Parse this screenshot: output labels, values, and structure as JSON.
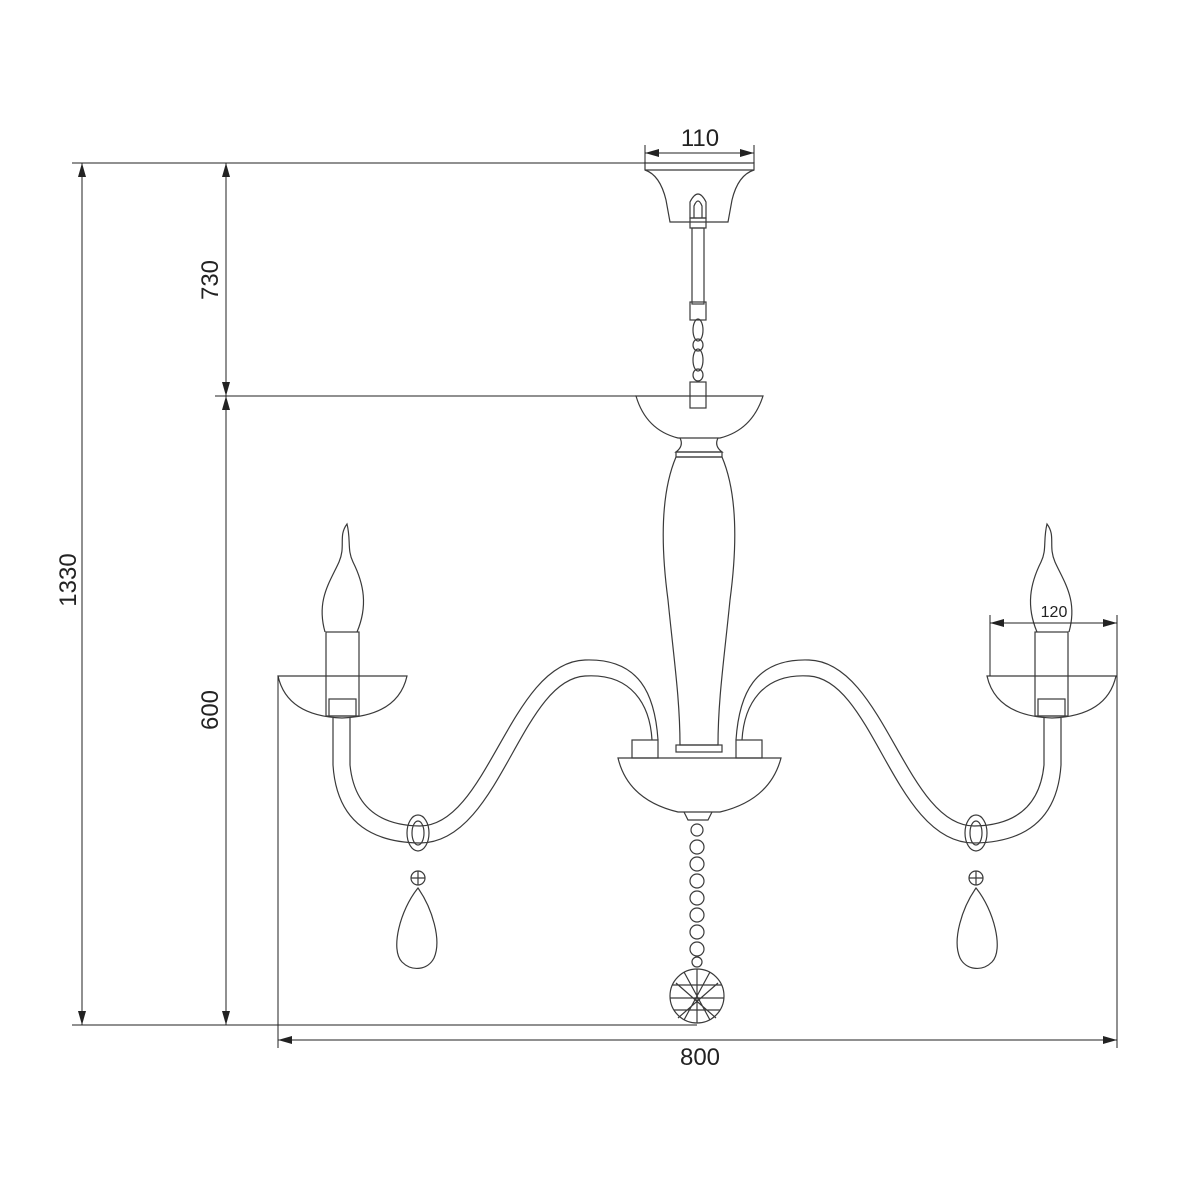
{
  "drawing": {
    "subject": "chandelier",
    "dimensions": {
      "total_height": "1330",
      "suspension_height": "730",
      "body_height": "600",
      "width": "800",
      "canopy_width": "110",
      "cup_width": "120"
    },
    "units": "mm",
    "line_color": "#3a3a3a",
    "background": "#ffffff"
  }
}
